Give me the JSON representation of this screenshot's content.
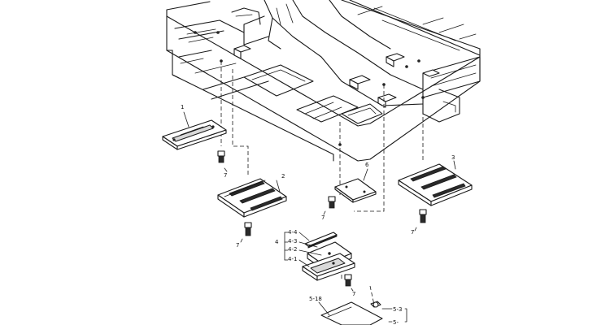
{
  "callouts": {
    "part_1": "1",
    "part_2": "2",
    "part_3": "3",
    "part_6": "6",
    "group_4": "4",
    "part_4_4": "4-4",
    "part_4_3": "4-3",
    "part_4_2": "4-2",
    "part_4_1": "4-1",
    "part_5_18": "5-18",
    "part_5_3": "5-3",
    "part_5_x": "5-",
    "bolt_a": "7",
    "bolt_b": "7",
    "bolt_c": "7",
    "bolt_d": "7",
    "bolt_e": "7"
  }
}
